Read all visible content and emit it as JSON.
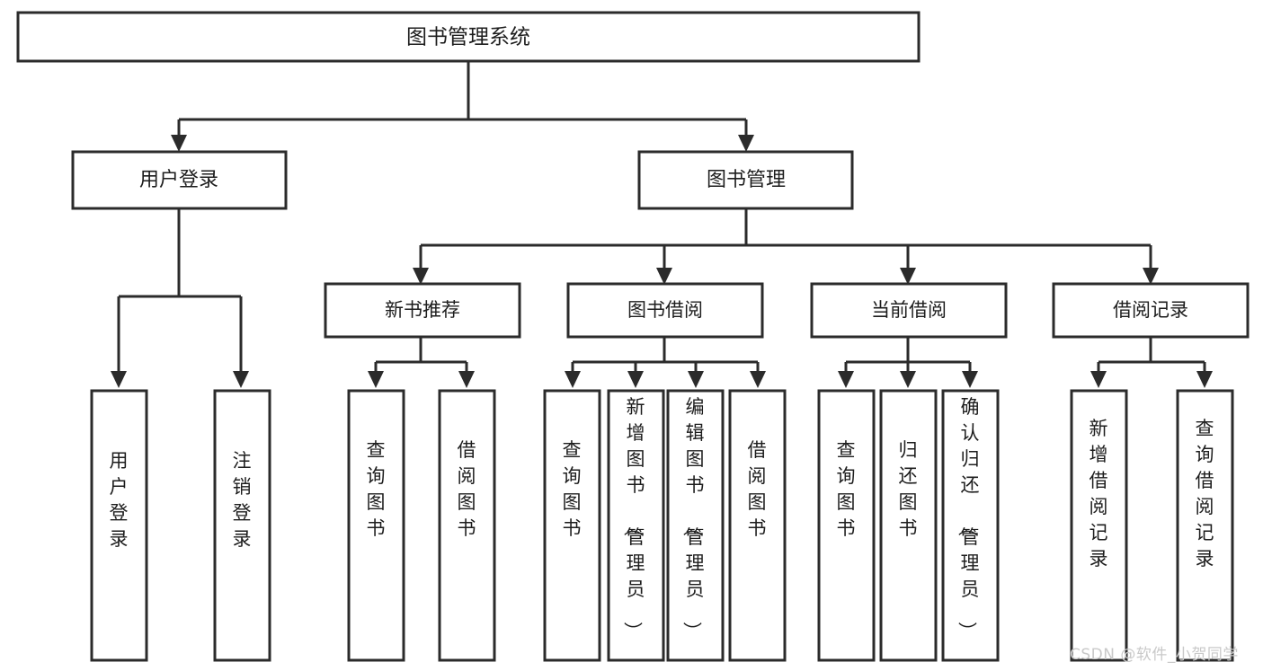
{
  "diagram": {
    "title": "图书管理系统",
    "type": "tree-hierarchy-chart",
    "colors": {
      "box_fill": "#ffffff",
      "box_stroke": "#2b2b2b",
      "text": "#1d1d1d",
      "background": "#ffffff",
      "watermark": "#c9c9c9"
    },
    "root": {
      "label": "图书管理系统"
    },
    "level1": [
      {
        "label": "用户登录"
      },
      {
        "label": "图书管理"
      }
    ],
    "level2": [
      {
        "label": "新书推荐"
      },
      {
        "label": "图书借阅"
      },
      {
        "label": "当前借阅"
      },
      {
        "label": "借阅记录"
      }
    ],
    "leaves": {
      "user_login": [
        {
          "label": "用户登录"
        },
        {
          "label": "注销登录"
        }
      ],
      "new_book_recommend": [
        {
          "label": "查询图书"
        },
        {
          "label": "借阅图书"
        }
      ],
      "book_borrow": [
        {
          "label": "查询图书"
        },
        {
          "label": "新增图书（管理员）"
        },
        {
          "label": "编辑图书（管理员）"
        },
        {
          "label": "借阅图书"
        }
      ],
      "current_borrow": [
        {
          "label": "查询图书"
        },
        {
          "label": "归还图书"
        },
        {
          "label": "确认归还（管理员）"
        }
      ],
      "borrow_record": [
        {
          "label": "新增借阅记录"
        },
        {
          "label": "查询借阅记录"
        }
      ]
    }
  },
  "watermark": {
    "text": "CSDN @软件_小贺同学"
  }
}
